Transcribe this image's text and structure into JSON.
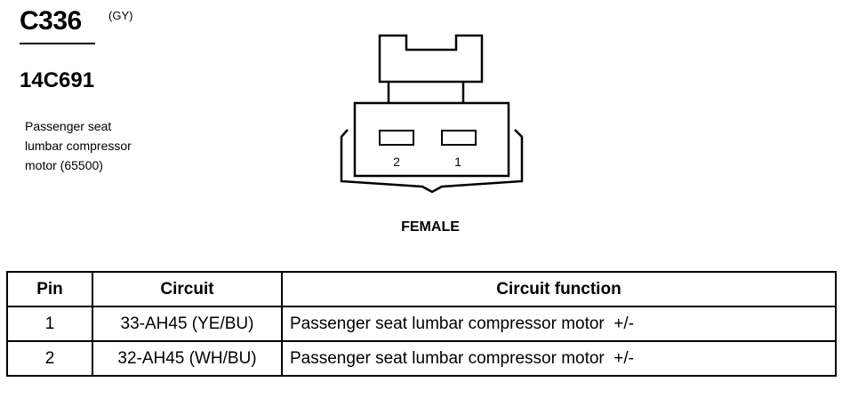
{
  "connector": {
    "id": "C336",
    "color": "(GY)",
    "part_number": "14C691",
    "description_lines": [
      "Passenger seat",
      "lumbar compressor",
      "motor (65500)"
    ]
  },
  "diagram": {
    "gender_label": "FEMALE",
    "pins": [
      {
        "number": "2"
      },
      {
        "number": "1"
      }
    ]
  },
  "table": {
    "headers": [
      "Pin",
      "Circuit",
      "Circuit function"
    ],
    "rows": [
      {
        "pin": "1",
        "circuit": "33-AH45 (YE/BU)",
        "function": "Passenger seat lumbar compressor motor  +/-"
      },
      {
        "pin": "2",
        "circuit": "32-AH45 (WH/BU)",
        "function": "Passenger seat lumbar compressor motor  +/-"
      }
    ]
  }
}
